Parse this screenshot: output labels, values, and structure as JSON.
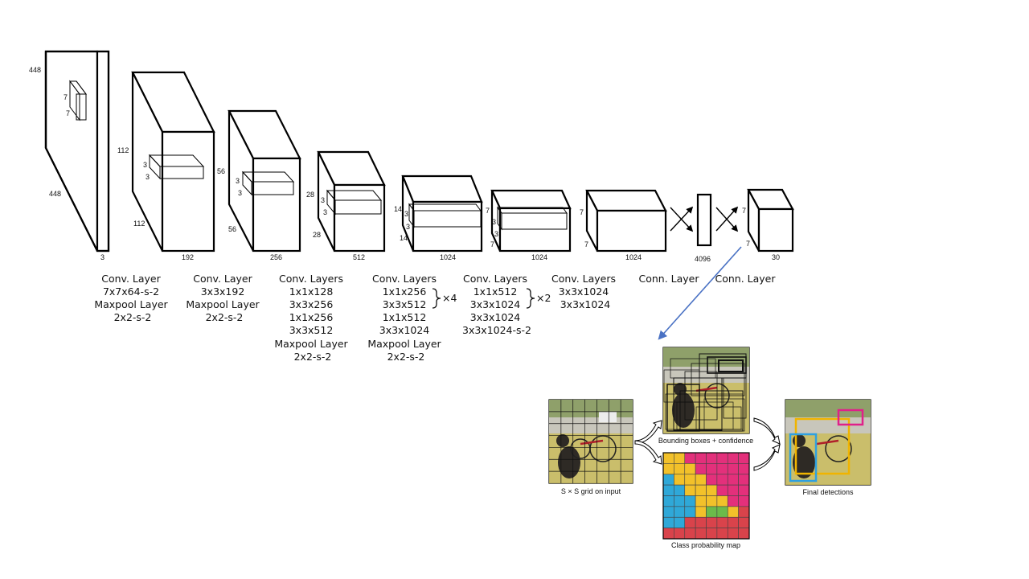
{
  "network": {
    "input": {
      "height": "448",
      "width": "448",
      "depth": "3",
      "kernel_h": "7",
      "kernel_w": "7"
    },
    "blocks": [
      {
        "height": "112",
        "width": "112",
        "depth": "192",
        "kernel_h": "3",
        "kernel_w": "3"
      },
      {
        "height": "56",
        "width": "56",
        "depth": "256",
        "kernel_h": "3",
        "kernel_w": "3"
      },
      {
        "height": "28",
        "width": "28",
        "depth": "512",
        "kernel_h": "3",
        "kernel_w": "3"
      },
      {
        "height": "14",
        "width": "14",
        "depth": "1024",
        "kernel_h": "3",
        "kernel_w": "3"
      },
      {
        "height": "7",
        "width": "7",
        "depth": "1024",
        "kernel_h": "3",
        "kernel_w": "3"
      },
      {
        "height": "7",
        "width": "7",
        "depth": "1024"
      }
    ],
    "fc1": {
      "depth": "4096"
    },
    "output": {
      "height": "7",
      "width": "7",
      "depth": "30"
    }
  },
  "layers": [
    {
      "lines": [
        "Conv. Layer",
        "7x7x64-s-2",
        "Maxpool Layer",
        "2x2-s-2"
      ]
    },
    {
      "lines": [
        "Conv. Layer",
        "3x3x192",
        "Maxpool Layer",
        "2x2-s-2"
      ]
    },
    {
      "lines": [
        "Conv. Layers",
        "1x1x128",
        "3x3x256",
        "1x1x256",
        "3x3x512",
        "Maxpool Layer",
        "2x2-s-2"
      ]
    },
    {
      "lines": [
        "Conv. Layers",
        "1x1x256",
        "3x3x512",
        "1x1x512",
        "3x3x1024",
        "Maxpool Layer",
        "2x2-s-2"
      ],
      "repeat": "×4"
    },
    {
      "lines": [
        "Conv. Layers",
        "1x1x512",
        "3x3x1024",
        "3x3x1024",
        "3x3x1024-s-2"
      ],
      "repeat": "×2"
    },
    {
      "lines": [
        "Conv. Layers",
        "3x3x1024",
        "3x3x1024"
      ]
    },
    {
      "lines": [
        "Conn. Layer"
      ]
    },
    {
      "lines": [
        "Conn. Layer"
      ]
    }
  ],
  "pipeline": {
    "grid_caption": "S × S grid on input",
    "boxes_caption": "Bounding boxes + confidence",
    "classmap_caption": "Class probability map",
    "final_caption": "Final detections"
  },
  "colors": {
    "arrow": "#4a72c4",
    "class_pink": "#e3307b",
    "class_yellow": "#f2c12a",
    "class_blue": "#2fa8d8",
    "class_green": "#6cba4a",
    "class_red": "#d9434b",
    "box_yellow": "#f0b400",
    "box_blue": "#2fa0e0",
    "box_magenta": "#e0208a"
  },
  "classmap": [
    [
      "yellow",
      "yellow",
      "pink",
      "pink",
      "pink",
      "pink",
      "pink",
      "pink"
    ],
    [
      "yellow",
      "yellow",
      "yellow",
      "pink",
      "pink",
      "pink",
      "pink",
      "pink"
    ],
    [
      "blue",
      "yellow",
      "yellow",
      "yellow",
      "pink",
      "pink",
      "pink",
      "pink"
    ],
    [
      "blue",
      "blue",
      "yellow",
      "yellow",
      "yellow",
      "pink",
      "pink",
      "pink"
    ],
    [
      "blue",
      "blue",
      "blue",
      "yellow",
      "yellow",
      "yellow",
      "pink",
      "pink"
    ],
    [
      "blue",
      "blue",
      "blue",
      "yellow",
      "green",
      "green",
      "yellow",
      "red"
    ],
    [
      "blue",
      "blue",
      "red",
      "red",
      "red",
      "red",
      "red",
      "red"
    ],
    [
      "red",
      "red",
      "red",
      "red",
      "red",
      "red",
      "red",
      "red"
    ]
  ]
}
